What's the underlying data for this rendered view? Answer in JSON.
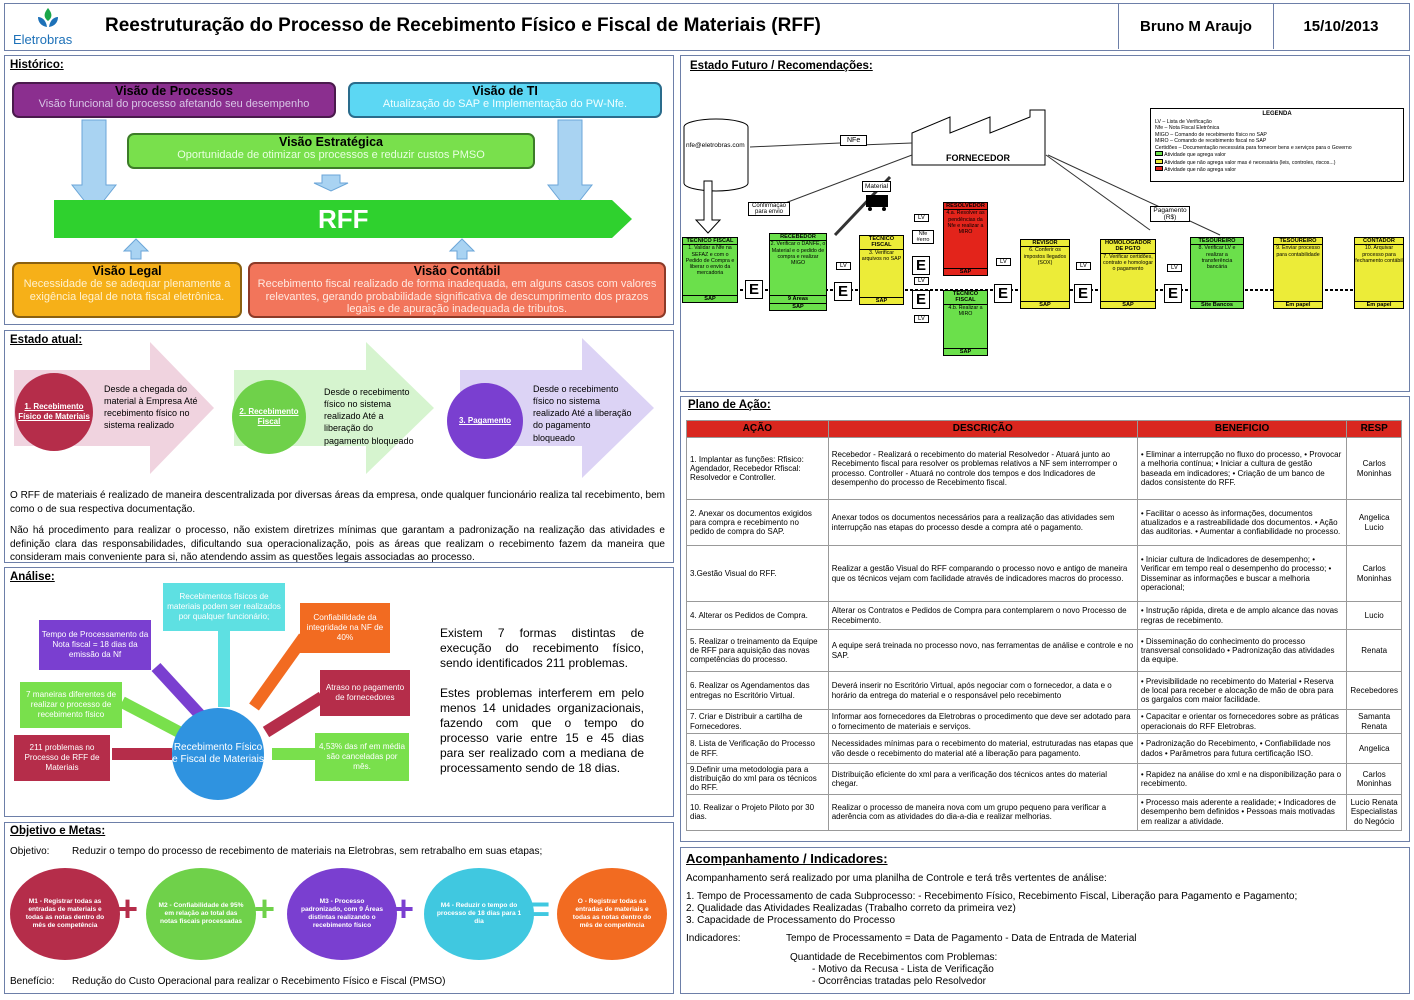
{
  "header": {
    "logo_text": "Eletrobras",
    "title": "Reestruturação do Processo de Recebimento Físico e Fiscal de Materiais (RFF)",
    "author": "Bruno M Araujo",
    "date": "15/10/2013"
  },
  "historico": {
    "heading": "Histórico:",
    "processos": {
      "title": "Visão de Processos",
      "text": "Visão funcional do processo afetando seu desempenho"
    },
    "ti": {
      "title": "Visão de TI",
      "text": "Atualização do SAP e Implementação do PW-Nfe."
    },
    "estrategica": {
      "title": "Visão Estratégica",
      "text": "Oportunidade de otimizar os processos e reduzir custos PMSO"
    },
    "rff": "RFF",
    "legal": {
      "title": "Visão Legal",
      "text": "Necessidade de se adequar plenamente a exigência legal de nota fiscal eletrônica."
    },
    "contabil": {
      "title": "Visão Contábil",
      "text": "Recebimento fiscal realizado de forma inadequada, em alguns casos com valores relevantes, gerando probabilidade significativa de descumprimento dos prazos legais e de apuração inadequada de tributos."
    }
  },
  "estado_atual": {
    "heading": "Estado atual:",
    "steps": [
      {
        "circle": "1. Recebimento Físico de Materiais",
        "text": "Desde a chegada do material à Empresa Até recebimento físico no sistema realizado",
        "color": "#b52d4a"
      },
      {
        "circle": "2. Recebimento Fiscal",
        "text": "Desde o recebimento físico no sistema realizado Até a liberação do pagamento bloqueado",
        "color": "#6fd14a"
      },
      {
        "circle": "3. Pagamento",
        "text": "Desde o recebimento físico no sistema realizado Até a liberação do pagamento bloqueado",
        "color": "#7a3fd0"
      }
    ],
    "p1": "O RFF de materiais é realizado de maneira descentralizada por diversas áreas da empresa, onde qualquer funcionário realiza tal recebimento, bem como o de sua respectiva documentação.",
    "p2": "Não há procedimento para realizar o processo, não existem diretrizes mínimas que garantam a padronização na realização das atividades e definição clara das responsabilidades, dificultando sua operacionalização, pois as áreas que realizam o recebimento fazem da maneira que consideram mais conveniente para si, não atendendo assim as questões legais associadas ao processo."
  },
  "analise": {
    "heading": "Análise:",
    "center": "Recebimento Físico e Fiscal de Materiais",
    "items": {
      "tempo": "Tempo de Processamento da Nota fiscal = 18 dias da emissão da Nf",
      "fisicos": "Recebimentos físicos de materiais podem ser realizados por qualquer funcionário;",
      "confiab": "Confiabilidade da integridade na NF de 40%",
      "maneiras": "7 maneiras diferentes de realizar o processo de recebimento físico",
      "atraso": "Atraso no pagamento de fornecedores",
      "problemas": "211 problemas no Processo de RFF de Materiais",
      "canceladas": "4,53% das nf em média são canceladas por mês."
    },
    "p1": "Existem 7 formas distintas de execução do recebimento físico, sendo identificados 211 problemas.",
    "p2": "Estes problemas interferem em pelo menos 14 unidades organizacionais, fazendo com que o tempo do processo varie entre 15 e 45 dias para ser realizado com a mediana de processamento sendo de 18 dias."
  },
  "objetivo": {
    "heading": "Objetivo e Metas:",
    "label": "Objetivo:",
    "text": "Reduzir o tempo do processo de recebimento de materiais na Eletrobras, sem retrabalho em suas etapas;",
    "metas": [
      {
        "text": "M1 - Registrar todas as entradas de materiais e todas as notas dentro do mês de competência",
        "color": "#b52d4a"
      },
      {
        "text": "M2 - Confiabilidade de 95% em relação ao total das notas fiscais processadas",
        "color": "#6fd14a"
      },
      {
        "text": "M3 - Processo padronizado, com 9 Áreas distintas realizando o recebimento físico",
        "color": "#7a3fd0"
      },
      {
        "text": "M4 - Reduzir o tempo do processo de 18 dias para 1 dia",
        "color": "#40c8e0"
      },
      {
        "text": "O - Registrar todas as entradas de materiais e todas as notas dentro do mês de competência",
        "color": "#f26b21"
      }
    ],
    "ops": [
      "+",
      "+",
      "+",
      "="
    ],
    "beneficio_label": "Benefício:",
    "beneficio": "Redução do Custo Operacional para realizar o Recebimento Físico e Fiscal (PMSO)"
  },
  "futuro": {
    "heading": "Estado Futuro / Recomendações:",
    "legend": {
      "title": "LEGENDA",
      "lines": [
        "LV – Lista de Verificação",
        "Nfe – Nota Fiscal Eletrônica",
        "MIGO – Comando de recebimento físico no SAP",
        "MIRO – Comando de recebimento fiscal no SAP",
        "Certidões – Documentação necessária para fornecer bens e serviços para o Governo"
      ],
      "items": [
        {
          "label": "Atividade que agrega valor",
          "color": "#6be04b"
        },
        {
          "label": "Atividade que não agrega valor mas é necessária (leis, controles, riscos...)",
          "color": "#ecec38"
        },
        {
          "label": "Atividade que não agrega valor",
          "color": "#e3241b"
        }
      ]
    },
    "email": "nfe@eletrobras.com",
    "nfe": "NFe",
    "fornecedor": "FORNECEDOR",
    "material": "Material",
    "confirmacao": "Confirmação para envio",
    "pagamento": "Pagamento (R$)",
    "lv": "LV",
    "nferro": "Nfe #erro",
    "e": "E",
    "procs": [
      {
        "title": "TÉCNICO FISCAL",
        "body": "1. Validar a Nfe na SEFAZ e com o Pedido de Compra e liberar o envio da mercadoria",
        "foot": "SAP",
        "c": "g"
      },
      {
        "title": "RECEBEDOR",
        "body": "2. Verificar o DANFE, o Material e o pedido de compra e realizar MIGO",
        "foot": "9 Áreas",
        "foot2": "SAP",
        "c": "g"
      },
      {
        "title": "TÉCNICO FISCAL",
        "body": "3. Verificar arquivos no SAP",
        "foot": "SAP",
        "c": "y"
      },
      {
        "title": "RESOLVEDOR",
        "body": "4.a. Resolver as pendências da Nfe e realizar a MIRO",
        "foot": "SAP",
        "c": "r"
      },
      {
        "title": "TÉCNICO FISCAL",
        "body": "4.b. Realizar a MIRO",
        "foot": "SAP",
        "c": "g"
      },
      {
        "title": "REVISOR",
        "body": "6. Conferir os impostos llegados (SOX)",
        "foot": "SAP",
        "c": "y"
      },
      {
        "title": "HOMOLOGADOR DE PGTO",
        "body": "7. Verificar certidões, contrato e homologar o pagamento",
        "foot": "SAP",
        "c": "y"
      },
      {
        "title": "TESOUREIRO",
        "body": "8. Verificar LV e realizar a transferência bancária",
        "foot": "Site Bancos",
        "c": "g"
      },
      {
        "title": "TESOUREIRO",
        "body": "9. Enviar processo para contabilidade",
        "foot": "Em papel",
        "c": "y"
      },
      {
        "title": "CONTADOR",
        "body": "10. Arquivar processo para fechamento contábil",
        "foot": "Em papel",
        "c": "y"
      }
    ]
  },
  "plano": {
    "heading": "Plano de Ação:",
    "cols": [
      "AÇÃO",
      "DESCRIÇÃO",
      "BENEFICIO",
      "RESP"
    ],
    "rows": [
      {
        "acao": "1. Implantar as funções: Rfisico: Agendador, Recebedor Rfiscal: Resolvedor e Controller.",
        "desc": "Recebedor - Realizará o recebimento do material Resolvedor - Atuará junto ao Recebimento fiscal para resolver os problemas relativos a NF sem interromper o processo. Controller - Atuará no controle dos tempos e dos Indicadores de desempenho do processo de Recebimento fiscal.",
        "ben": "• Eliminar a interrupção no fluxo do processo, • Provocar a melhoria contínua; • Iniciar a cultura de gestão baseada em indicadores; • Criação de um banco de dados consistente do RFF.",
        "resp": "Carlos Moninhas"
      },
      {
        "acao": "2. Anexar os documentos exigidos para compra e recebimento no pedido de compra do SAP.",
        "desc": "Anexar todos os documentos necessários para a realização das atividades sem interrupção nas etapas do processo desde a compra até o pagamento.",
        "ben": "• Facilitar o acesso às informações, documentos atualizados e a rastreabilidade dos documentos. • Ação das auditorias. • Aumentar a confiabilidade no processo.",
        "resp": "Angelica Lucio"
      },
      {
        "acao": "3.Gestão Visual do RFF.",
        "desc": "Realizar a gestão Visual do RFF comparando o processo novo e antigo de maneira que os técnicos vejam com facilidade através de indicadores macros do processo.",
        "ben": "• Iniciar cultura de Indicadores de desempenho; • Verificar em tempo real o desempenho do processo; • Disseminar as informações e buscar a melhoria operacional;",
        "resp": "Carlos Moninhas"
      },
      {
        "acao": "4. Alterar os Pedidos de Compra.",
        "desc": "Alterar os Contratos e Pedidos de Compra para contemplarem o novo Processo de Recebimento.",
        "ben": "• Instrução rápida, direta e de amplo alcance das novas regras de recebimento.",
        "resp": "Lucio"
      },
      {
        "acao": "5. Realizar o treinamento da Equipe de RFF para aquisição das novas competências do processo.",
        "desc": "A equipe será treinada no processo novo, nas ferramentas de análise e controle e no SAP.",
        "ben": "• Disseminação do conhecimento do processo transversal consolidado • Padronização das atividades da equipe.",
        "resp": "Renata"
      },
      {
        "acao": "6. Realizar os Agendamentos das entregas no Escritório Virtual.",
        "desc": "Deverá inserir no Escritório Virtual, após negociar com o fornecedor, a data e o horário da entrega do material e o responsável pelo recebimento",
        "ben": "• Previsibilidade no recebimento do Material • Reserva de local para receber e alocação de mão de obra para os gargalos com maior facilidade.",
        "resp": "Recebedores"
      },
      {
        "acao": "7. Criar e Distribuir a cartilha de Fornecedores.",
        "desc": "Informar aos fornecedores da Eletrobras o procedimento que deve ser adotado para o fornecimento de materiais e serviços.",
        "ben": "• Capacitar e orientar os fornecedores sobre as práticas operacionais do RFF Eletrobras.",
        "resp": "Samanta Renata"
      },
      {
        "acao": "8. Lista de Verificação do Processo de RFF.",
        "desc": "Necessidades mínimas para o recebimento do material, estruturadas nas etapas que vão desde o recebimento do material até a liberação para pagamento.",
        "ben": "• Padronização do Recebimento, • Confiabilidade nos dados • Parâmetros para futura certificação ISO.",
        "resp": "Angelica"
      },
      {
        "acao": "9.Definir uma metodologia para a distribuição do xml para os técnicos do RFF.",
        "desc": "Distribuição eficiente do xml para a verificação dos técnicos antes do material chegar.",
        "ben": "• Rapidez na análise do xml e na disponibilização para o recebimento.",
        "resp": "Carlos Moninhas"
      },
      {
        "acao": "10. Realizar o Projeto Piloto por 30 dias.",
        "desc": "Realizar o processo de maneira nova com um grupo pequeno para verificar a aderência com as atividades do dia-a-dia e realizar melhorias.",
        "ben": "• Processo mais aderente a realidade; • Indicadores de desempenho bem definidos • Pessoas mais motivadas em realizar a atividade.",
        "resp": "Lucio Renata Especialistas do Negócio"
      }
    ]
  },
  "acomp": {
    "heading": "Acompanhamento / Indicadores:",
    "intro": "Acompanhamento será realizado por uma planilha de Controle e terá três vertentes de análise:",
    "items": [
      "1. Tempo de Processamento de cada Subprocesso:   - Recebimento Físico, Recebimento Fiscal, Liberação para Pagamento e Pagamento;",
      "2. Qualidade das Atividades Realizadas (Trabalho correto da primeira vez)",
      "3. Capacidade de Processamento do Processo"
    ],
    "ind_label": "Indicadores:",
    "ind1": "Tempo de Processamento = Data de Pagamento - Data de Entrada de Material",
    "ind2": "Quantidade de Recebimentos com Problemas:",
    "ind2a": "- Motivo da Recusa - Lista de Verificação",
    "ind2b": "- Ocorrências tratadas pelo Resolvedor"
  }
}
